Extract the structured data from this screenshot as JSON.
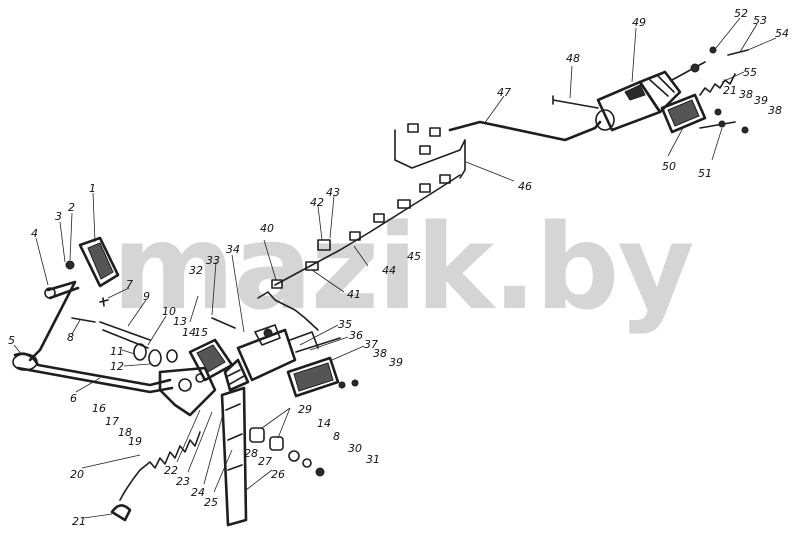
{
  "watermark": "mazik.by",
  "colors": {
    "ink": "#1e1e1e",
    "watermark": "#b4b4b4",
    "background": "#ffffff"
  },
  "callouts": [
    {
      "id": "c1",
      "text": "1"
    },
    {
      "id": "c2",
      "text": "2"
    },
    {
      "id": "c3",
      "text": "3"
    },
    {
      "id": "c4",
      "text": "4"
    },
    {
      "id": "c5",
      "text": "5"
    },
    {
      "id": "c6",
      "text": "6"
    },
    {
      "id": "c7",
      "text": "7"
    },
    {
      "id": "c8a",
      "text": "8"
    },
    {
      "id": "c9",
      "text": "9"
    },
    {
      "id": "c10",
      "text": "10"
    },
    {
      "id": "c11",
      "text": "11"
    },
    {
      "id": "c12",
      "text": "12"
    },
    {
      "id": "c13",
      "text": "13"
    },
    {
      "id": "c14a",
      "text": "14"
    },
    {
      "id": "c15",
      "text": "15"
    },
    {
      "id": "c16",
      "text": "16"
    },
    {
      "id": "c17",
      "text": "17"
    },
    {
      "id": "c18",
      "text": "18"
    },
    {
      "id": "c19",
      "text": "19"
    },
    {
      "id": "c20",
      "text": "20"
    },
    {
      "id": "c21a",
      "text": "21"
    },
    {
      "id": "c22",
      "text": "22"
    },
    {
      "id": "c23",
      "text": "23"
    },
    {
      "id": "c24",
      "text": "24"
    },
    {
      "id": "c25",
      "text": "25"
    },
    {
      "id": "c26",
      "text": "26"
    },
    {
      "id": "c27",
      "text": "27"
    },
    {
      "id": "c28",
      "text": "28"
    },
    {
      "id": "c29",
      "text": "29"
    },
    {
      "id": "c14b",
      "text": "14"
    },
    {
      "id": "c8b",
      "text": "8"
    },
    {
      "id": "c30",
      "text": "30"
    },
    {
      "id": "c31",
      "text": "31"
    },
    {
      "id": "c32",
      "text": "32"
    },
    {
      "id": "c33",
      "text": "33"
    },
    {
      "id": "c34",
      "text": "34"
    },
    {
      "id": "c35",
      "text": "35"
    },
    {
      "id": "c36",
      "text": "36"
    },
    {
      "id": "c37",
      "text": "37"
    },
    {
      "id": "c38a",
      "text": "38"
    },
    {
      "id": "c39a",
      "text": "39"
    },
    {
      "id": "c40",
      "text": "40"
    },
    {
      "id": "c41",
      "text": "41"
    },
    {
      "id": "c42",
      "text": "42"
    },
    {
      "id": "c43",
      "text": "43"
    },
    {
      "id": "c44",
      "text": "44"
    },
    {
      "id": "c45",
      "text": "45"
    },
    {
      "id": "c46",
      "text": "46"
    },
    {
      "id": "c47",
      "text": "47"
    },
    {
      "id": "c48",
      "text": "48"
    },
    {
      "id": "c49",
      "text": "49"
    },
    {
      "id": "c50",
      "text": "50"
    },
    {
      "id": "c51",
      "text": "51"
    },
    {
      "id": "c52",
      "text": "52"
    },
    {
      "id": "c53",
      "text": "53"
    },
    {
      "id": "c54",
      "text": "54"
    },
    {
      "id": "c55",
      "text": "55"
    },
    {
      "id": "c21b",
      "text": "21"
    },
    {
      "id": "c38b",
      "text": "38"
    },
    {
      "id": "c39b",
      "text": "39"
    },
    {
      "id": "c38c",
      "text": "38"
    }
  ]
}
